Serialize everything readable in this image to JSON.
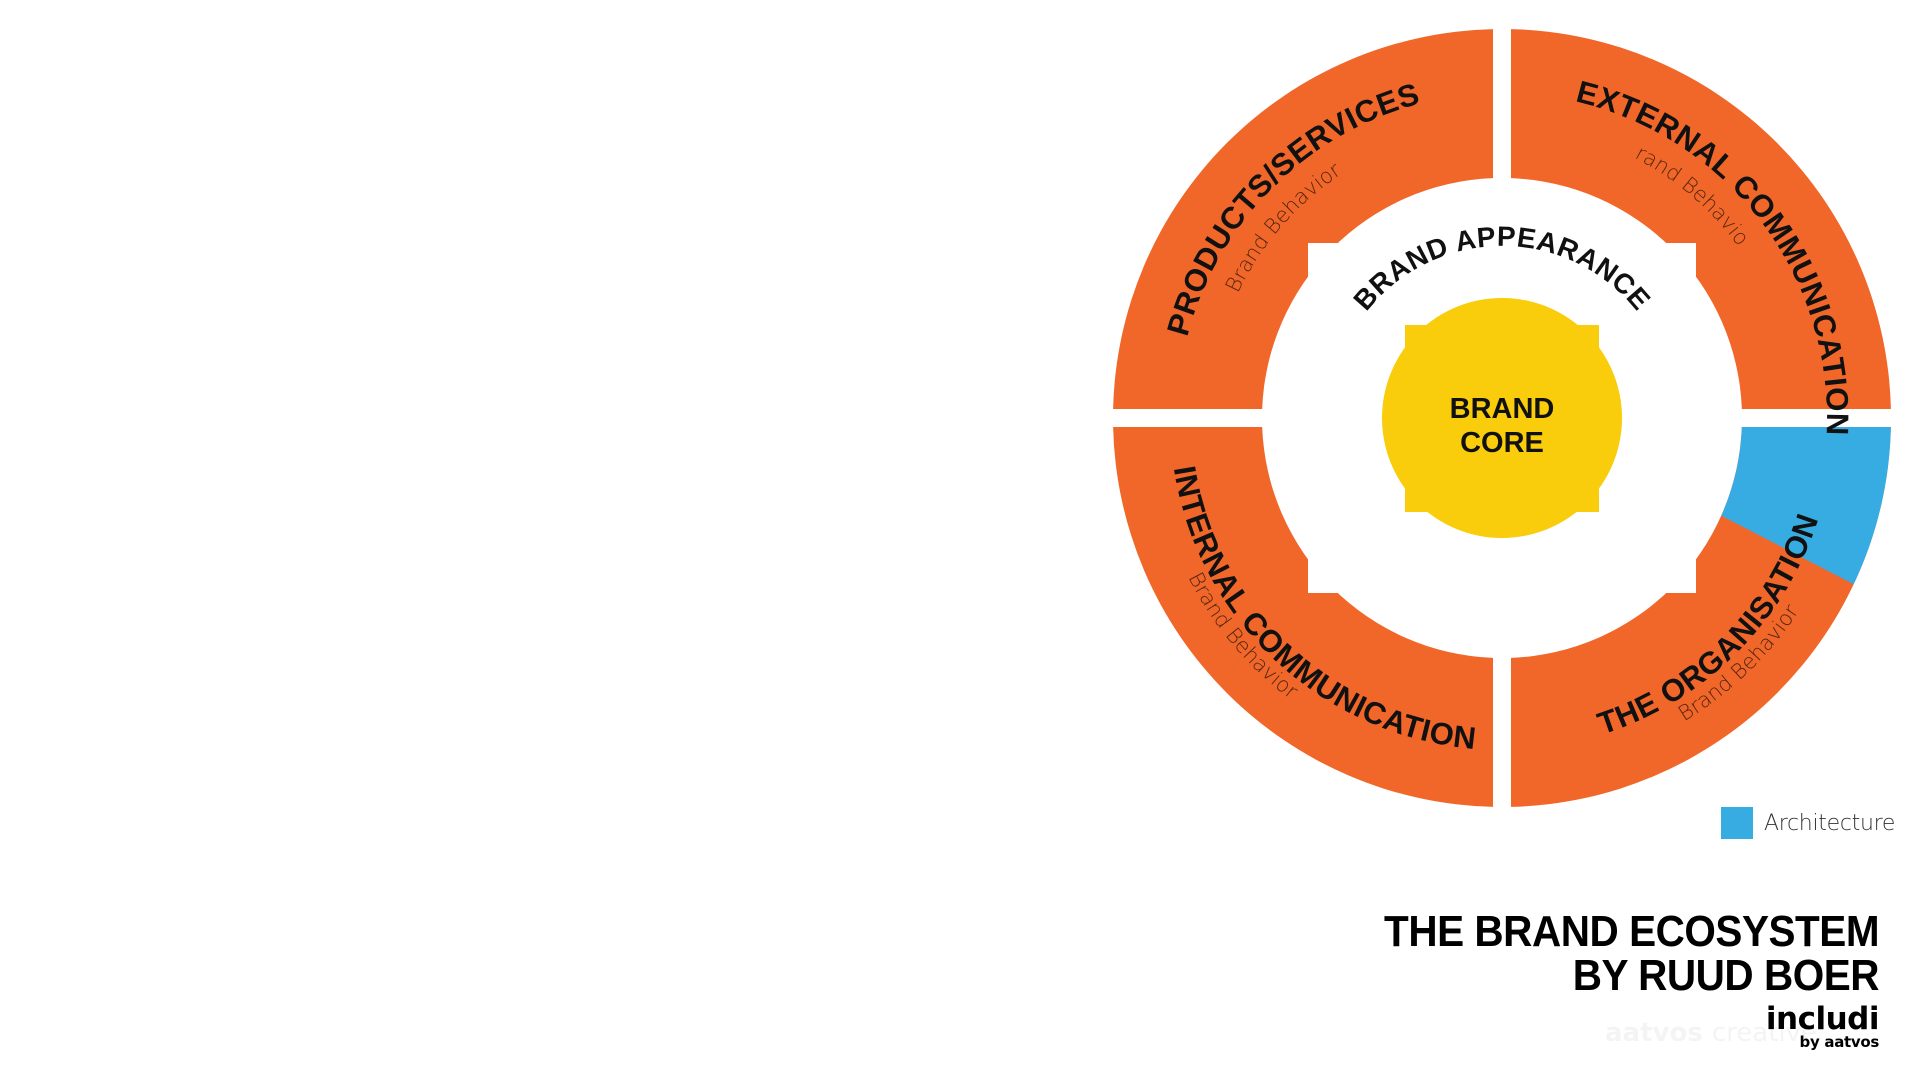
{
  "diagram": {
    "title_line1": "THE BRAND ECOSYSTEM",
    "title_line2": "BY RUUD BOER",
    "logo": {
      "name": "includi",
      "tagline": "by aatvos"
    },
    "watermark": {
      "bold": "aatvos",
      "light": "creative"
    },
    "core": {
      "line1": "BRAND",
      "line2": "CORE",
      "color": "#F9CD0B"
    },
    "appearance": {
      "label": "BRAND APPEARANCE"
    },
    "ring_color": "#F1672A",
    "segments": [
      {
        "id": "products-services",
        "label": "PRODUCTS/SERVICES",
        "sublabel": "Brand Behavior",
        "quadrant": "top-left"
      },
      {
        "id": "external-communication",
        "label": "EXTERNAL COMMUNICATION",
        "sublabel": "Brand Behavior",
        "quadrant": "top-right"
      },
      {
        "id": "internal-communication",
        "label": "INTERNAL COMMUNICATION",
        "sublabel": "Brand Behavior",
        "quadrant": "bottom-left"
      },
      {
        "id": "the-organisation",
        "label": "THE ORGANISATION",
        "sublabel": "Brand Behavior",
        "quadrant": "bottom-right"
      }
    ],
    "architecture": {
      "label": "Architecture",
      "color": "#36ACE2",
      "within_segment": "the-organisation"
    },
    "legend": [
      {
        "label": "Architecture",
        "color": "#36ACE2"
      }
    ]
  }
}
